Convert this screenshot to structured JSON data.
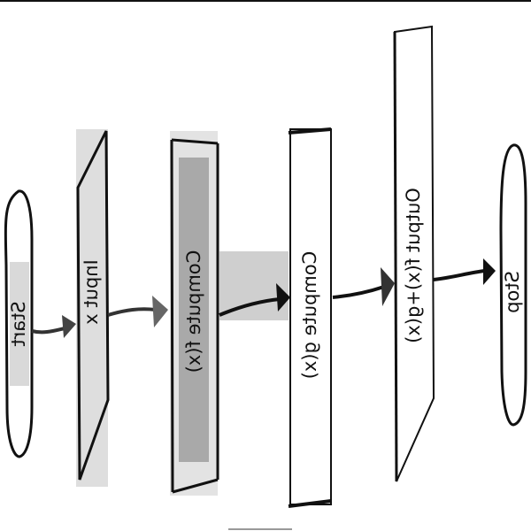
{
  "nodes": {
    "start": {
      "label": "Start"
    },
    "input": {
      "label": "Input x"
    },
    "compute_fx": {
      "label": "Compute f(x)"
    },
    "compute_gx": {
      "label": "Compute g(x)"
    },
    "output": {
      "label": "Output f(x)+g(x)"
    },
    "stop": {
      "label": "Stop"
    }
  },
  "colors": {
    "ink": "#111111",
    "shade_light": "#e6e6e6",
    "shade_mid": "#c9c9c9",
    "shade_dark": "#a9a9a9",
    "arrow": "#333333"
  }
}
